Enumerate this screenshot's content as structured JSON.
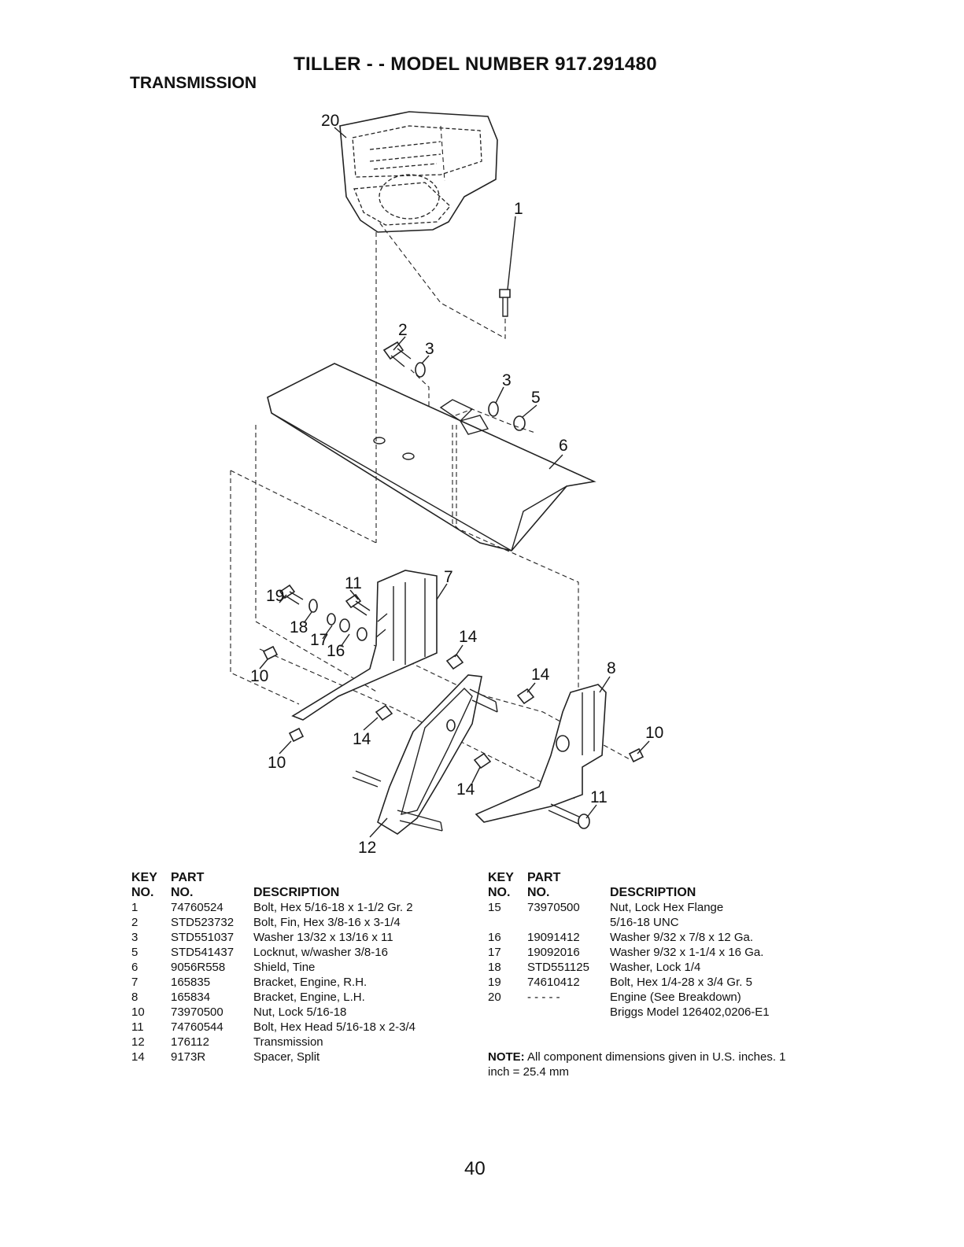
{
  "header": {
    "title": "TILLER - - MODEL NUMBER 917.291480",
    "section": "TRANSMISSION"
  },
  "diagram_labels": [
    "20",
    "1",
    "2",
    "3",
    "3",
    "5",
    "6",
    "11",
    "7",
    "19",
    "18",
    "17",
    "16",
    "14",
    "14",
    "8",
    "10",
    "10",
    "14",
    "10",
    "14",
    "11",
    "12"
  ],
  "table_headers": {
    "key_top": "KEY",
    "part_top": "PART",
    "key_bottom": "NO.",
    "part_bottom": "NO.",
    "description": "DESCRIPTION"
  },
  "parts_left": [
    {
      "key": "1",
      "part": "74760524",
      "desc": "Bolt, Hex  5/16-18 x 1-1/2 Gr. 2"
    },
    {
      "key": "2",
      "part": "STD523732",
      "desc": "Bolt, Fin, Hex 3/8-16 x 3-1/4"
    },
    {
      "key": "3",
      "part": "STD551037",
      "desc": "Washer  13/32 x 13/16 x 11"
    },
    {
      "key": "5",
      "part": "STD541437",
      "desc": "Locknut, w/washer  3/8-16"
    },
    {
      "key": "6",
      "part": "9056R558",
      "desc": "Shield, Tine"
    },
    {
      "key": "7",
      "part": "165835",
      "desc": "Bracket, Engine, R.H."
    },
    {
      "key": "8",
      "part": "165834",
      "desc": "Bracket, Engine, L.H."
    },
    {
      "key": "10",
      "part": "73970500",
      "desc": "Nut, Lock 5/16-18"
    },
    {
      "key": "11",
      "part": "74760544",
      "desc": "Bolt, Hex Head 5/16-18 x 2-3/4"
    },
    {
      "key": "12",
      "part": "176112",
      "desc": "Transmission"
    },
    {
      "key": "14",
      "part": "9173R",
      "desc": "Spacer, Split"
    }
  ],
  "parts_right": [
    {
      "key": "15",
      "part": "73970500",
      "desc": "Nut, Lock Hex Flange"
    },
    {
      "key": "",
      "part": "",
      "desc": "5/16-18 UNC"
    },
    {
      "key": "16",
      "part": "19091412",
      "desc": "Washer  9/32 x 7/8 x 12 Ga."
    },
    {
      "key": "17",
      "part": "19092016",
      "desc": "Washer  9/32 x 1-1/4 x 16 Ga."
    },
    {
      "key": "18",
      "part": "STD551125",
      "desc": "Washer, Lock  1/4"
    },
    {
      "key": "19",
      "part": "74610412",
      "desc": "Bolt, Hex  1/4-28 x 3/4 Gr. 5"
    },
    {
      "key": "20",
      "part": "- - - - -",
      "desc": "Engine (See Breakdown)"
    },
    {
      "key": "",
      "part": "",
      "desc": "Briggs Model 126402,0206-E1"
    }
  ],
  "note": {
    "label": "NOTE:",
    "text": "All component dimensions given in U.S. inches. 1 inch = 25.4 mm"
  },
  "page_number": "40"
}
